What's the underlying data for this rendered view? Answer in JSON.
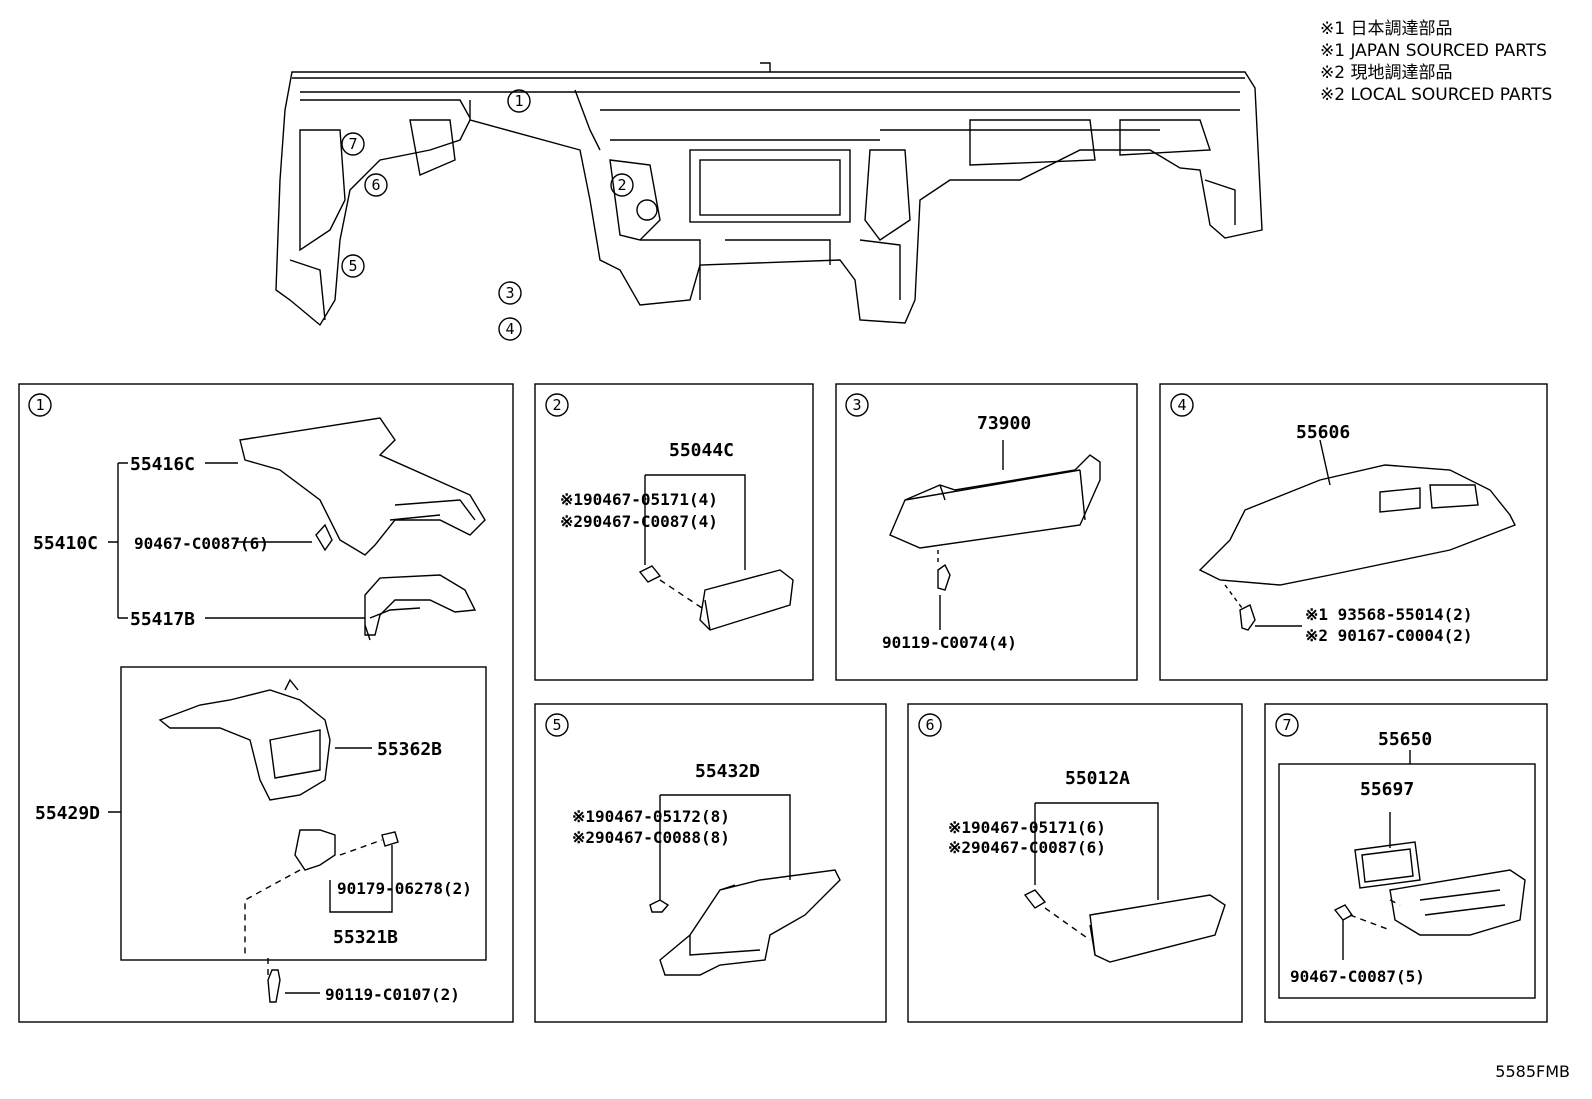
{
  "legend": [
    "※1 日本調達部品",
    "※1 JAPAN SOURCED PARTS",
    "※2 現地調達部品",
    "※2 LOCAL SOURCED PARTS"
  ],
  "callouts": {
    "c1": "1",
    "c2": "2",
    "c3": "3",
    "c4": "4",
    "c5": "5",
    "c6": "6",
    "c7": "7"
  },
  "panel1": {
    "num": "1",
    "p55416C": "55416C",
    "p55410C": "55410C",
    "p90467_C0087_6": "90467-C0087(6)",
    "p55417B": "55417B",
    "p55362B": "55362B",
    "p55429D": "55429D",
    "p90179": "90179-06278(2)",
    "p55321B": "55321B",
    "p90119_C0107": "90119-C0107(2)"
  },
  "panel2": {
    "num": "2",
    "part": "55044C",
    "clip1": "※190467-05171(4)",
    "clip2": "※290467-C0087(4)"
  },
  "panel3": {
    "num": "3",
    "part": "73900",
    "bolt": "90119-C0074(4)"
  },
  "panel4": {
    "num": "4",
    "part": "55606",
    "bolt1": "※1 93568-55014(2)",
    "bolt2": "※2 90167-C0004(2)"
  },
  "panel5": {
    "num": "5",
    "part": "55432D",
    "clip1": "※190467-05172(8)",
    "clip2": "※290467-C0088(8)"
  },
  "panel6": {
    "num": "6",
    "part": "55012A",
    "clip1": "※190467-05171(6)",
    "clip2": "※290467-C0087(6)"
  },
  "panel7": {
    "num": "7",
    "part": "55650",
    "sub": "55697",
    "clip": "90467-C0087(5)"
  },
  "code": "5585FMB"
}
